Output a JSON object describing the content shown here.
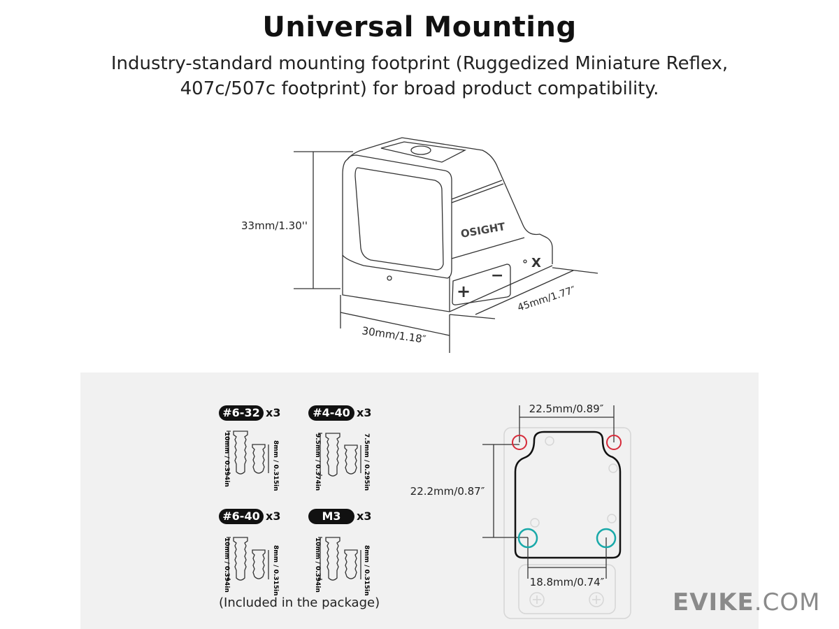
{
  "header": {
    "title": "Universal Mounting",
    "subtitle_line1": "Industry-standard mounting footprint (Ruggedized Miniature Reflex,",
    "subtitle_line2": "407c/507c footprint) for broad product compatibility."
  },
  "sight_diagram": {
    "brand_text": "OSIGHT",
    "height_label": "33mm/1.30''",
    "width_label": "30mm/1.18″",
    "depth_label": "45mm/1.77″"
  },
  "screws": [
    {
      "badge": "#6-32",
      "qty": "x3",
      "long": "10mm / 0.394in",
      "short": "8mm / 0.315in"
    },
    {
      "badge": "#4-40",
      "qty": "x3",
      "long": "9.5mm / 0.374in",
      "short": "7.5mm / 0.295in"
    },
    {
      "badge": "#6-40",
      "qty": "x3",
      "long": "10mm / 0.394in",
      "short": "8mm / 0.315in"
    },
    {
      "badge": "M3",
      "qty": "x3",
      "long": "10mm / 0.394in",
      "short": "8mm / 0.315in"
    }
  ],
  "screws_note": "(Included in the package)",
  "footprint": {
    "top_spacing": "22.5mm/0.89″",
    "vertical_spacing": "22.2mm/0.87″",
    "bottom_spacing": "18.8mm/0.74″",
    "colors": {
      "top_holes": "#d62b3a",
      "bottom_holes": "#1aa9a9"
    }
  },
  "watermark": {
    "bold": "EVIKE",
    "rest": ".COM"
  }
}
